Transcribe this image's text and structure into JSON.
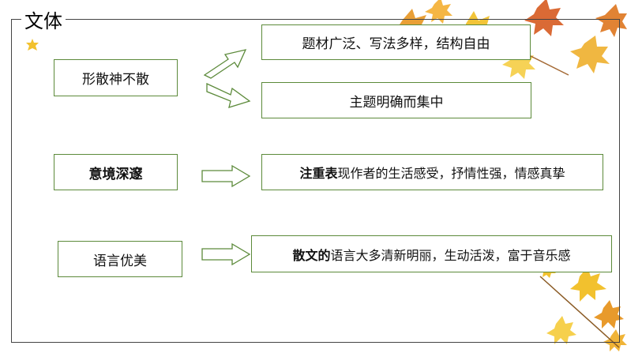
{
  "section": {
    "title": "文体"
  },
  "rows": [
    {
      "label": "形散神不散",
      "details": [
        {
          "text": "题材广泛、写法多样，结构自由"
        },
        {
          "text": "主题明确而集中"
        }
      ]
    },
    {
      "label": "意境深邃",
      "detail_bold": "注重表",
      "detail_rest": "现作者的生活感受，抒情性强，情感真挚"
    },
    {
      "label": "语言优美",
      "detail_bold": "散文的",
      "detail_rest": "语言大多清新明丽，生动活泼，富于音乐感"
    }
  ],
  "colors": {
    "box_border": "#5c8a3a",
    "arrow_stroke": "#5c8a3a",
    "leaf_orange": "#e8a23a",
    "leaf_yellow": "#f3c646"
  }
}
